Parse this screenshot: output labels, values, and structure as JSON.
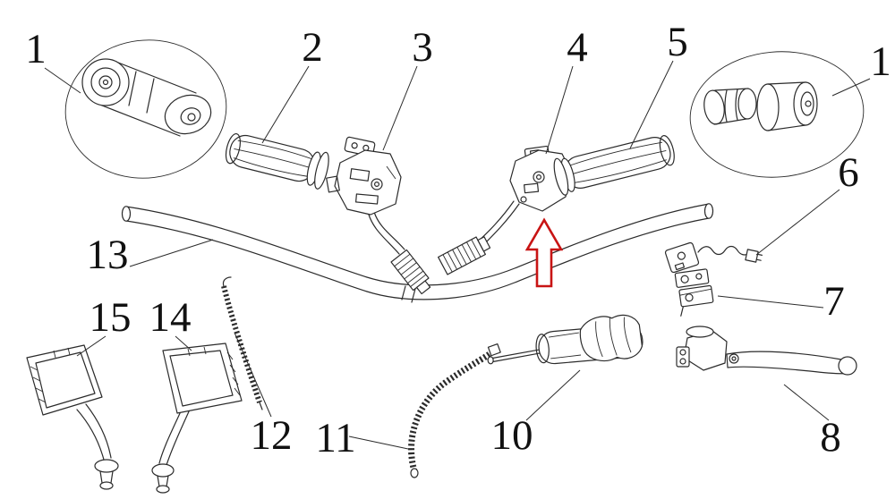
{
  "diagram": {
    "background_color": "#ffffff",
    "line_color": "#2b2b2b",
    "label_color": "#111111",
    "arrow_color": "#c81414",
    "callouts": [
      "1",
      "2",
      "3",
      "4",
      "5",
      "1",
      "6",
      "13",
      "15",
      "14",
      "7",
      "12",
      "11",
      "10",
      "8"
    ]
  }
}
